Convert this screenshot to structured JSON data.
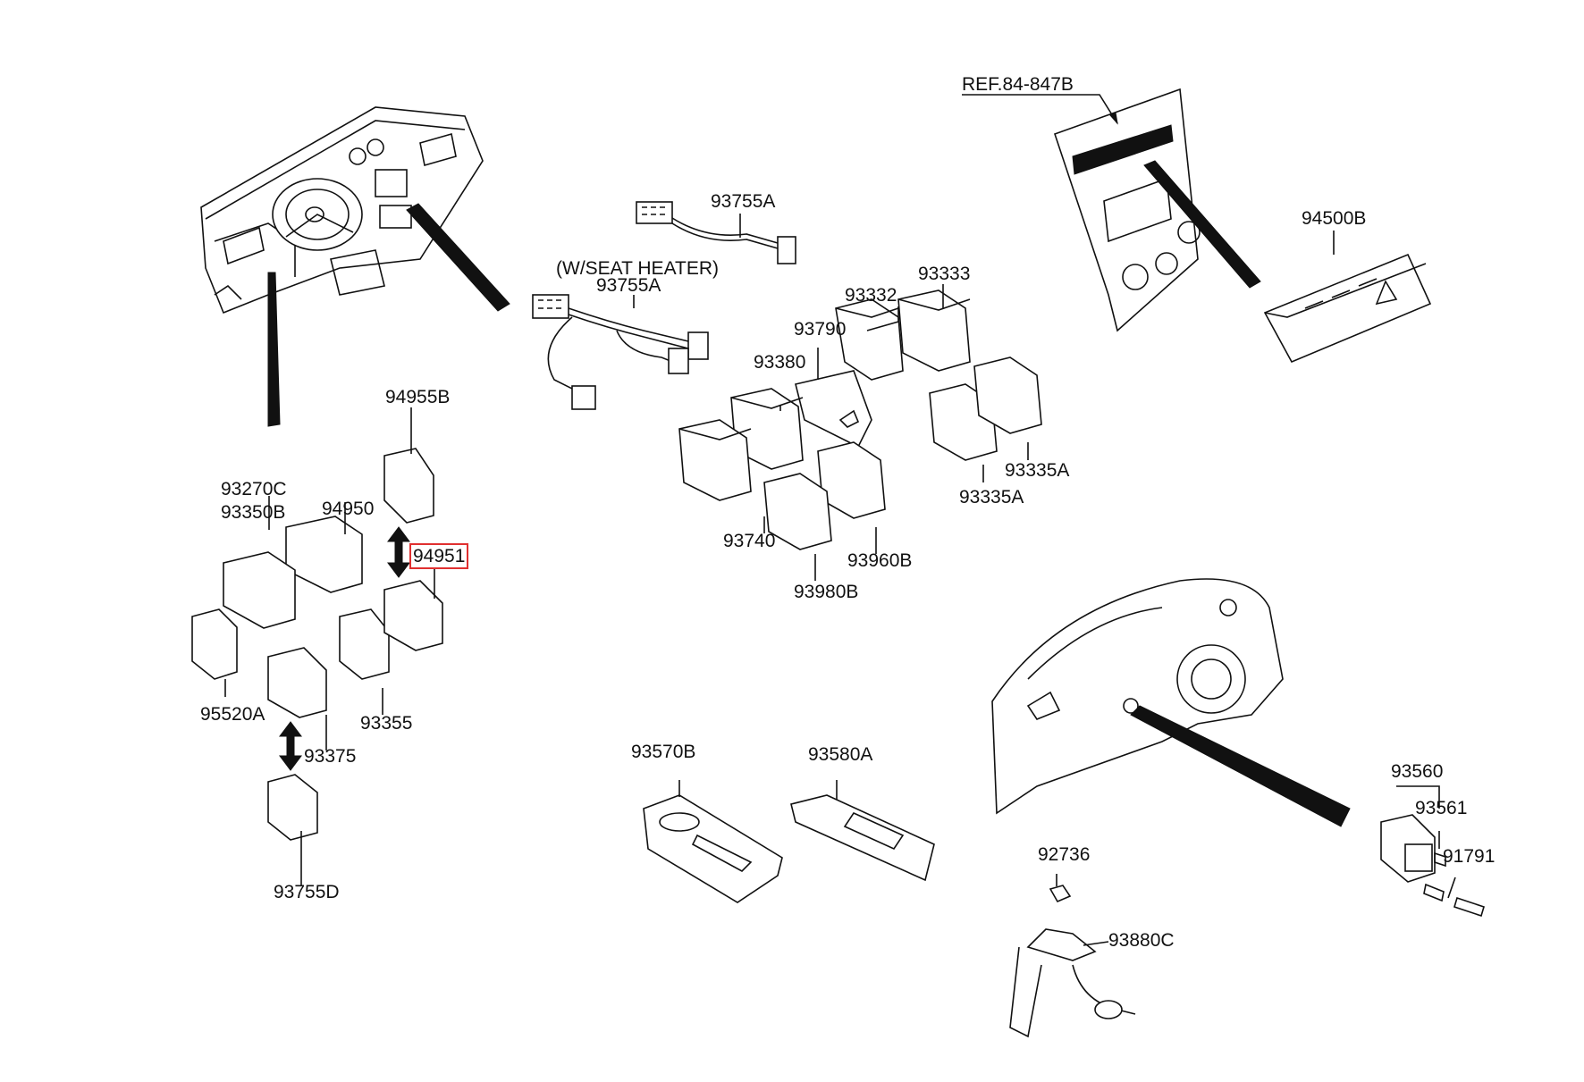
{
  "labels": {
    "ref": "REF.84-847B",
    "p93755A_top": "93755A",
    "seat_heater": "(W/SEAT HEATER)",
    "p93755A_mid": "93755A",
    "p93333": "93333",
    "p93332": "93332",
    "p93790": "93790",
    "p93380": "93380",
    "p94500B": "94500B",
    "p94955B": "94955B",
    "p93270C": "93270C",
    "p93350B": "93350B",
    "p94950": "94950",
    "p94951": "94951",
    "p93335A_r": "93335A",
    "p93335A_l": "93335A",
    "p93740": "93740",
    "p93960B": "93960B",
    "p93980B": "93980B",
    "p95520A": "95520A",
    "p93355": "93355",
    "p93375": "93375",
    "p93755D": "93755D",
    "p93570B": "93570B",
    "p93580A": "93580A",
    "p93560": "93560",
    "p93561": "93561",
    "p92736": "92736",
    "p91791": "91791",
    "p93880C": "93880C"
  },
  "highlighted_part": "94951",
  "colors": {
    "line": "#111111",
    "highlight": "#e03030",
    "background": "#ffffff"
  }
}
